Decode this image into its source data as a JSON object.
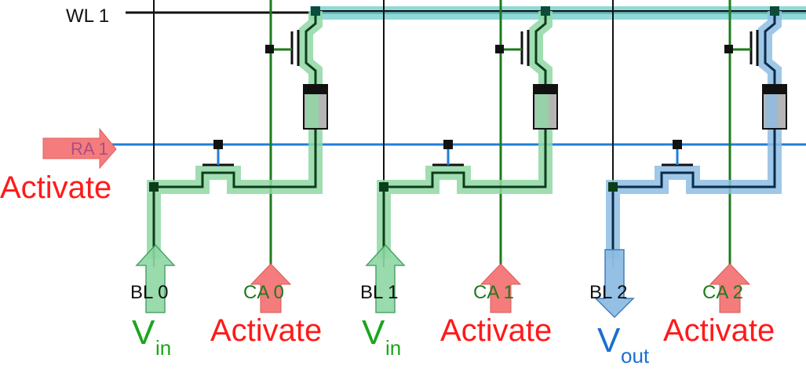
{
  "labels": {
    "wordline": "WL 1",
    "row_access": "RA 1",
    "activate_left": "Activate",
    "bitlines": [
      "BL 0",
      "BL 1",
      "BL 2"
    ],
    "column_access": [
      "CA 0",
      "CA 1",
      "CA 2"
    ],
    "voltages": [
      {
        "base": "V",
        "sub": "in"
      },
      {
        "base": "V",
        "sub": "in"
      },
      {
        "base": "V",
        "sub": "out"
      }
    ],
    "activates": [
      "Activate",
      "Activate",
      "Activate"
    ]
  },
  "colors": {
    "wire_black": "#111111",
    "row_line_blue": "#1f7fdc",
    "column_green": "#1e7b1e",
    "highlight_teal": "#74cfcf",
    "highlight_green": "#8fd8a4",
    "highlight_blue": "#8ebde3",
    "arrow_red": "#f47c7c",
    "text_red": "#ff1a1a",
    "text_green": "#1aa61a",
    "text_blue": "#1a6fd0",
    "capacitor_gray": "#b5b5b5"
  }
}
